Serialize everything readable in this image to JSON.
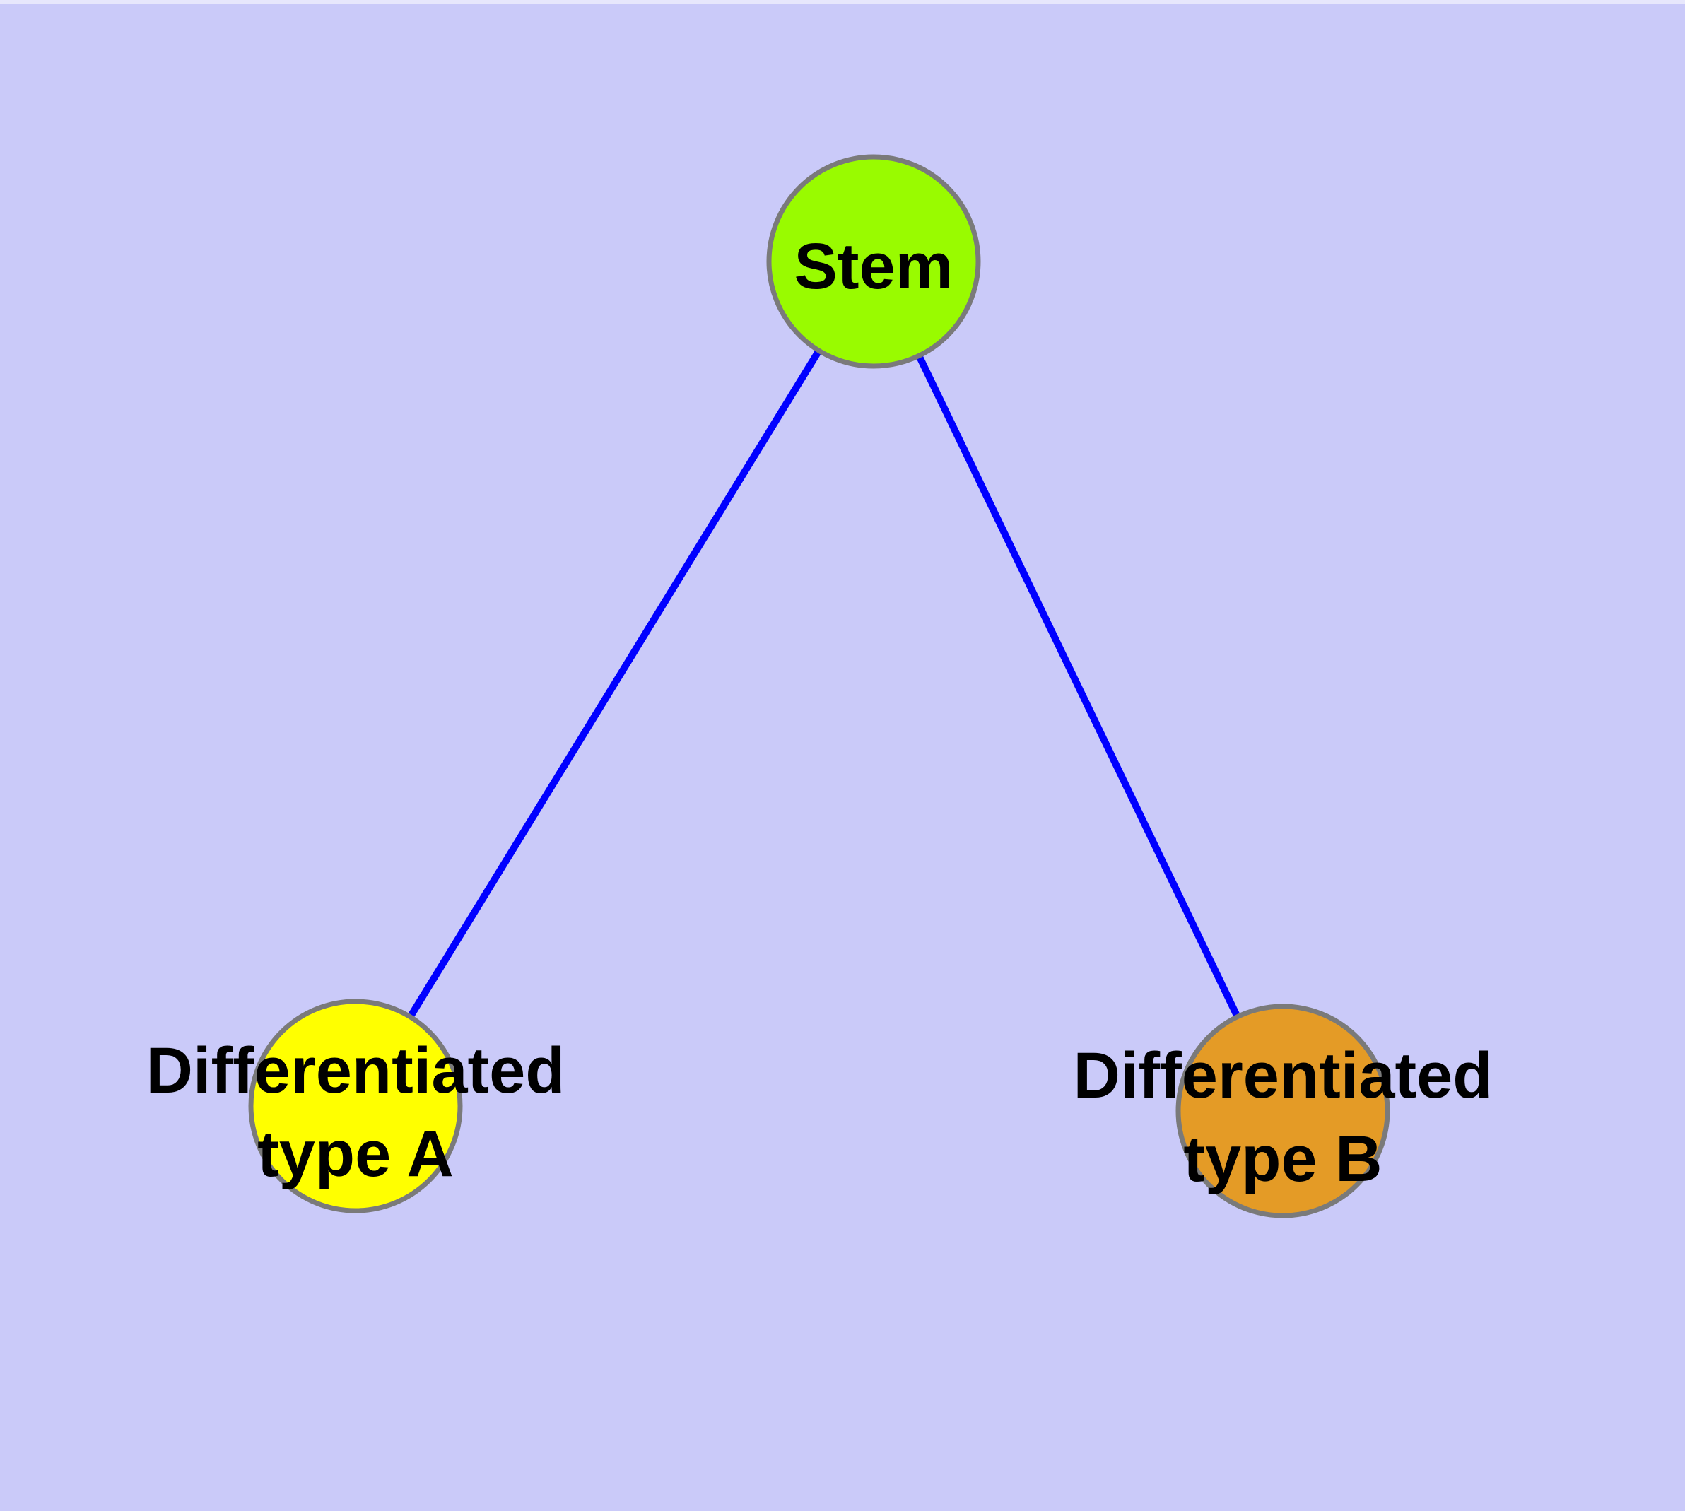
{
  "figure": {
    "kind": "graph-diagram"
  },
  "colors": {
    "background": "#cacaf9",
    "edge": "#0000ff",
    "node_border": "#7a7a7a",
    "label_text": "#000000",
    "stem_fill": "#99fb00",
    "type_a_fill": "#ffff00",
    "type_b_fill": "#e49b26"
  },
  "nodes": {
    "stem": {
      "label": "Stem",
      "fill": "#99fb00"
    },
    "type_a": {
      "line1": "Differentiated",
      "line2": "type A",
      "fill": "#ffff00"
    },
    "type_b": {
      "line1": "Differentiated",
      "line2": "type B",
      "fill": "#e49b26"
    }
  },
  "edges": [
    {
      "from": "Stem",
      "to": "Differentiated type A"
    },
    {
      "from": "Stem",
      "to": "Differentiated type B"
    }
  ]
}
